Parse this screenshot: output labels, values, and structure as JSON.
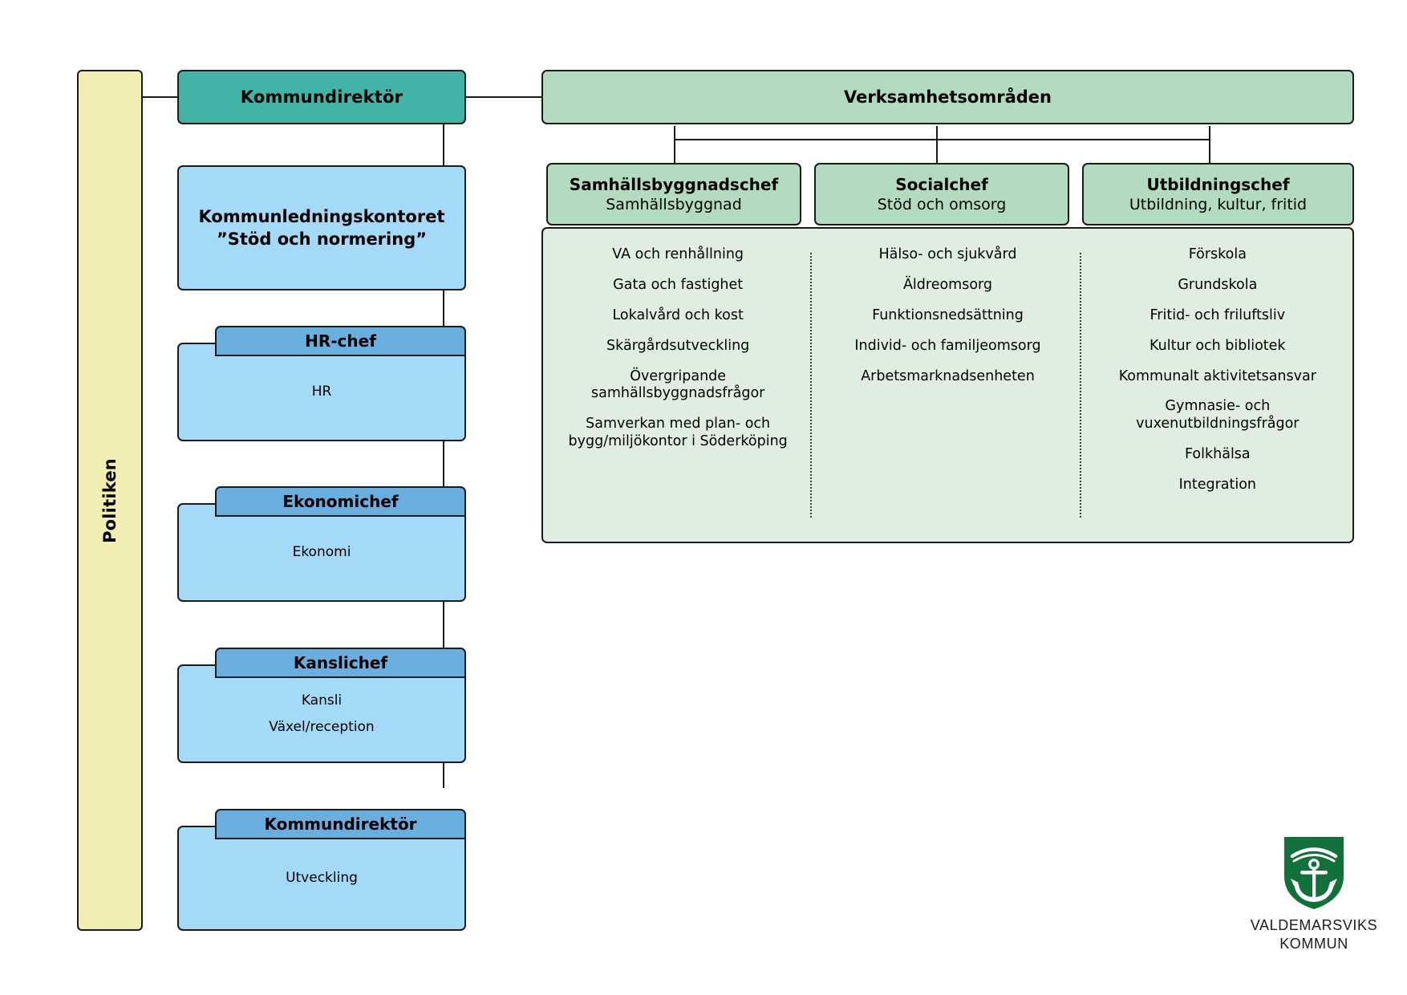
{
  "politics": {
    "label": "Politiken"
  },
  "left_column": {
    "director": {
      "label": "Kommundirektör"
    },
    "office": {
      "line1": "Kommunledningskontoret",
      "line2": "”Stöd och normering”"
    },
    "units": [
      {
        "head": "HR-chef",
        "items": [
          "HR"
        ]
      },
      {
        "head": "Ekonomichef",
        "items": [
          "Ekonomi"
        ]
      },
      {
        "head": "Kanslichef",
        "items": [
          "Kansli",
          "Växel/reception"
        ]
      },
      {
        "head": "Kommundirektör",
        "items": [
          "Utveckling"
        ]
      }
    ]
  },
  "right_side": {
    "header": "Verksamhetsområden",
    "departments": [
      {
        "chief": "Samhällsbyggnadschef",
        "area": "Samhällsbyggnad"
      },
      {
        "chief": "Socialchef",
        "area": "Stöd och omsorg"
      },
      {
        "chief": "Utbildningschef",
        "area": "Utbildning, kultur, fritid"
      }
    ],
    "columns": [
      {
        "name": "samhallsbyggnad",
        "items": [
          "VA och renhållning",
          "Gata och fastighet",
          "Lokalvård och kost",
          "Skärgårdsutveckling",
          "Övergripande\nsamhällsbyggnadsfrågor",
          "Samverkan med plan- och\nbygg/miljökontor i Söderköping"
        ]
      },
      {
        "name": "stod-och-omsorg",
        "items": [
          "Hälso- och sjukvård",
          "Äldreomsorg",
          "Funktionsnedsättning",
          "Individ- och familjeomsorg",
          "Arbetsmarknadsenheten"
        ]
      },
      {
        "name": "utbildning-kultur-fritid",
        "items": [
          "Förskola",
          "Grundskola",
          "Fritid- och friluftsliv",
          "Kultur och bibliotek",
          "Kommunalt aktivitetsansvar",
          "Gymnasie- och\nvuxenutbildningsfrågor",
          "Folkhälsa",
          "Integration"
        ]
      }
    ]
  },
  "logo": {
    "line1": "VALDEMARSVIKS",
    "line2": "KOMMUN"
  },
  "colors": {
    "politics_yellow": "#f2eeb3",
    "director_teal": "#43b3a8",
    "unit_head_blue": "#6aaee0",
    "unit_body_blue": "#a4d9f7",
    "green_header": "#b2dbc0",
    "green_panel": "#dfeee1",
    "logo_green": "#12703a",
    "outline": "#1b1b1b"
  }
}
